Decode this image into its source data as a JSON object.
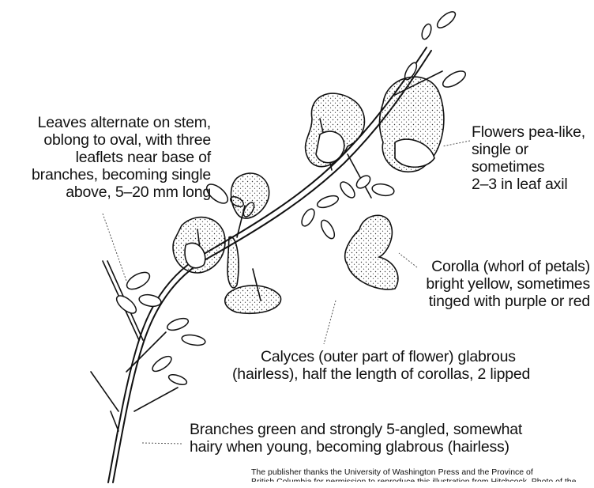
{
  "labels": {
    "leaves": [
      "Leaves alternate on stem,",
      "oblong to oval, with three",
      "leaflets near base of",
      "branches, becoming single",
      "above, 5–20 mm long"
    ],
    "flowers": [
      "Flowers pea-like,",
      "single or",
      "sometimes",
      "2–3 in leaf axil"
    ],
    "corolla": [
      "Corolla (whorl of petals)",
      "bright yellow, sometimes",
      "tinged with purple or red"
    ],
    "calyces": [
      "Calyces (outer part of flower) glabrous",
      "(hairless), half the length of corollas, 2 lipped"
    ],
    "branches": [
      "Branches green and strongly 5-angled, somewhat",
      "hairy when young, becoming glabrous (hairless)"
    ]
  },
  "credit": {
    "line1": "The publisher thanks the University of Washington Press and the Province of",
    "line2": "British Columbia for permission to reproduce this illustration from Hitchcock. Photo of the"
  },
  "colors": {
    "ink": "#111111",
    "background": "#ffffff",
    "stipple": "#333333"
  }
}
